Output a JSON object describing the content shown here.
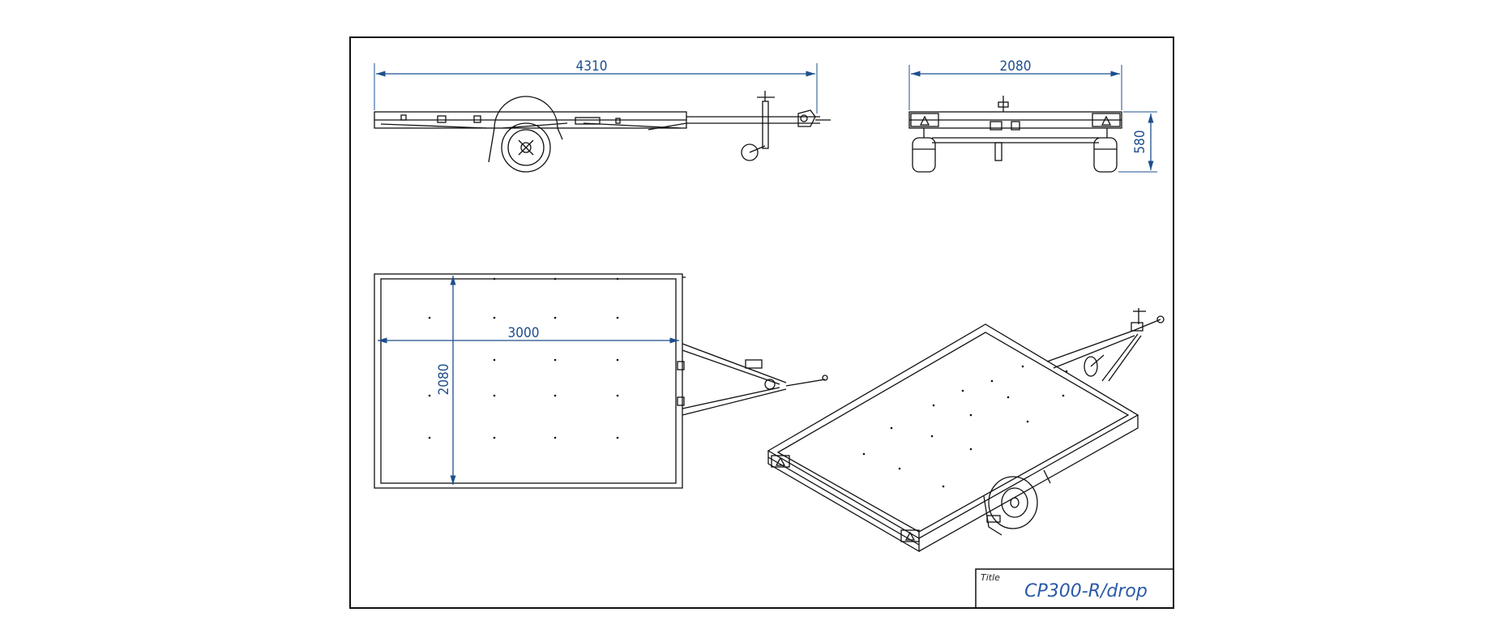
{
  "dimensions": {
    "side_length": "4310",
    "rear_width": "2080",
    "rear_height": "580",
    "top_length": "3000",
    "top_width": "2080"
  },
  "title_block": {
    "label": "Title",
    "value": "CP300-R/drop"
  },
  "colors": {
    "dimension": "#1d4f8c",
    "line": "#111111",
    "title_value": "#2a5aa8"
  }
}
